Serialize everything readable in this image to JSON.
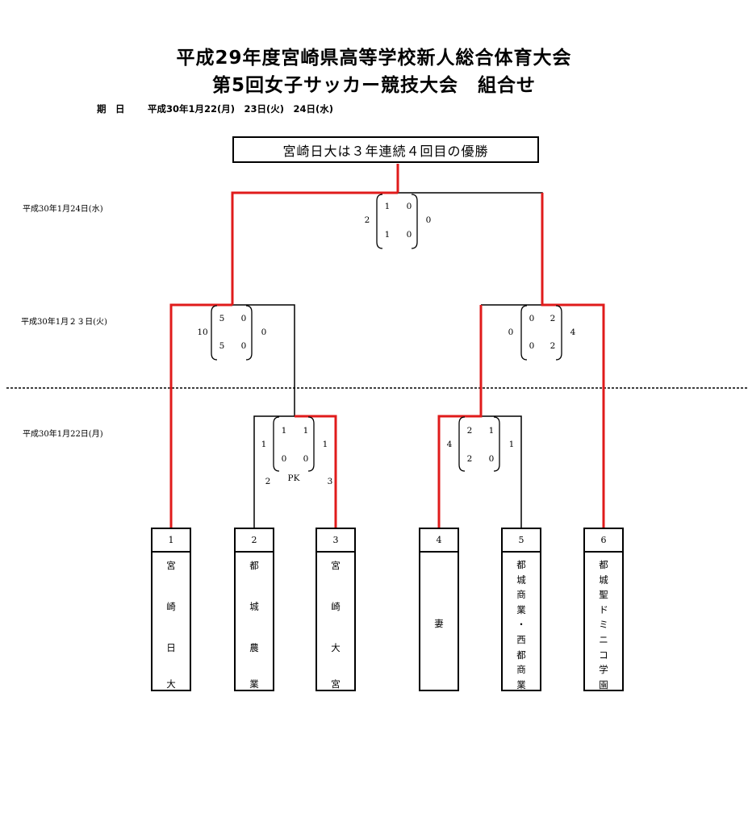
{
  "title": {
    "line1": "平成29年度宮崎県高等学校新人総合体育大会",
    "line2": "第5回女子サッカー競技大会　組合せ"
  },
  "dates": {
    "label": "期　日",
    "value": "平成30年1月22(月)　23日(火)　24日(水)"
  },
  "champion_banner": "宮崎日大は３年連続４回目の優勝",
  "round_dates": {
    "final": "平成30年1月24日(水)",
    "semifinal": "平成30年1月２３日(火)",
    "first_round": "平成30年1月22日(月)"
  },
  "matches": {
    "final": {
      "first_half": [
        "1",
        "0"
      ],
      "second_half": [
        "1",
        "0"
      ],
      "total_left": "2",
      "total_right": "0"
    },
    "semi_left": {
      "first_half": [
        "5",
        "0"
      ],
      "second_half": [
        "5",
        "0"
      ],
      "total_left": "10",
      "total_right": "0"
    },
    "semi_right": {
      "first_half": [
        "0",
        "2"
      ],
      "second_half": [
        "0",
        "2"
      ],
      "total_left": "0",
      "total_right": "4"
    },
    "r1_left": {
      "first_half": [
        "1",
        "1"
      ],
      "second_half": [
        "0",
        "0"
      ],
      "total_left": "1",
      "total_right": "1",
      "pk_label": "PK",
      "pk_left": "2",
      "pk_right": "3"
    },
    "r1_right": {
      "first_half": [
        "2",
        "1"
      ],
      "second_half": [
        "2",
        "0"
      ],
      "total_left": "4",
      "total_right": "1"
    }
  },
  "teams": [
    {
      "no": "1",
      "name": [
        "宮",
        "崎",
        "日",
        "大"
      ]
    },
    {
      "no": "2",
      "name": [
        "都",
        "城",
        "農",
        "業"
      ]
    },
    {
      "no": "3",
      "name": [
        "宮",
        "崎",
        "大",
        "宮"
      ]
    },
    {
      "no": "4",
      "name": [
        "妻"
      ]
    },
    {
      "no": "5",
      "name": [
        "都",
        "城",
        "商",
        "業",
        "・",
        "西",
        "都",
        "商",
        "業"
      ]
    },
    {
      "no": "6",
      "name": [
        "都",
        "城",
        "聖",
        "ド",
        "ミ",
        "ニ",
        "コ",
        "学",
        "園"
      ]
    }
  ],
  "colors": {
    "winner_line": "#e01b1b",
    "line": "#000000"
  }
}
